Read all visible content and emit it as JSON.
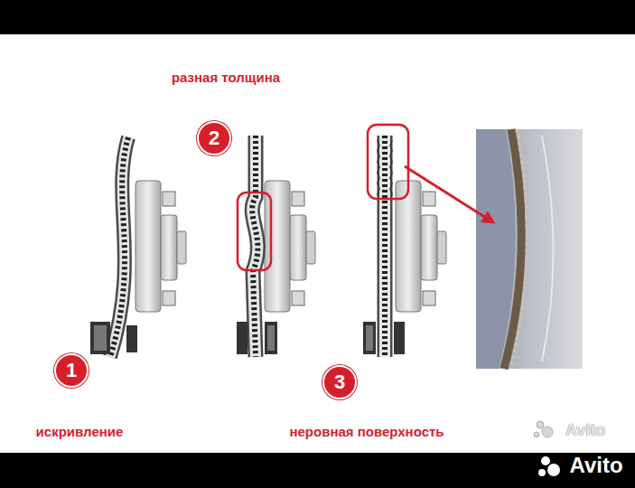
{
  "diagram": {
    "nodes": [
      {
        "text": [
          "2"
        ]
      },
      {
        "text": [
          "1"
        ]
      },
      {
        "text": [
          "3"
        ]
      }
    ],
    "labels": [
      "разная толщина",
      "искривление",
      "неровная поверхность",
      "Avito",
      "Avito"
    ]
  }
}
